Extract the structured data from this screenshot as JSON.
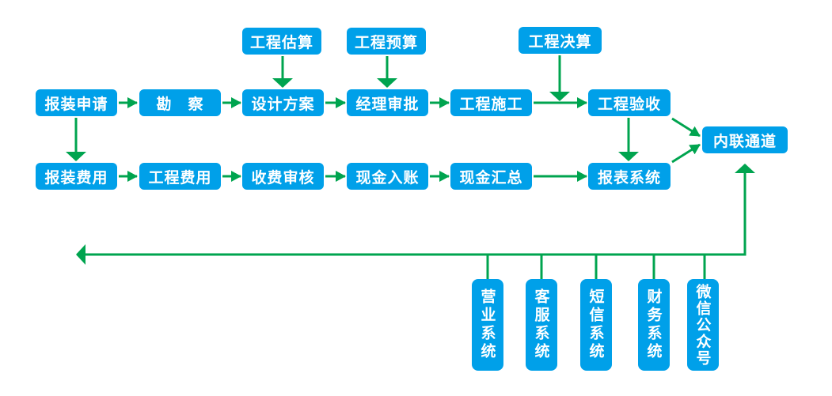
{
  "diagram": {
    "title": "installation-billing-process-flowchart",
    "top_nodes": [
      {
        "label": "工程估算"
      },
      {
        "label": "工程预算"
      },
      {
        "label": "工程决算"
      }
    ],
    "row1": [
      {
        "label": "报装申请"
      },
      {
        "label": "勘　察"
      },
      {
        "label": "设计方案"
      },
      {
        "label": "经理审批"
      },
      {
        "label": "工程施工"
      },
      {
        "label": "工程验收"
      }
    ],
    "row2": [
      {
        "label": "报装费用"
      },
      {
        "label": "工程费用"
      },
      {
        "label": "收费审核"
      },
      {
        "label": "现金入账"
      },
      {
        "label": "现金汇总"
      },
      {
        "label": "报表系统"
      }
    ],
    "hub": {
      "label": "内联通道"
    },
    "bottom_systems": [
      {
        "label": "营业系统"
      },
      {
        "label": "客服系统"
      },
      {
        "label": "短信系统"
      },
      {
        "label": "财务系统"
      },
      {
        "label": "微信公众号"
      }
    ],
    "colors": {
      "node_fill": "#00A0E9",
      "node_text": "#FFFFFF",
      "arrow_green": "#00A44F"
    }
  }
}
